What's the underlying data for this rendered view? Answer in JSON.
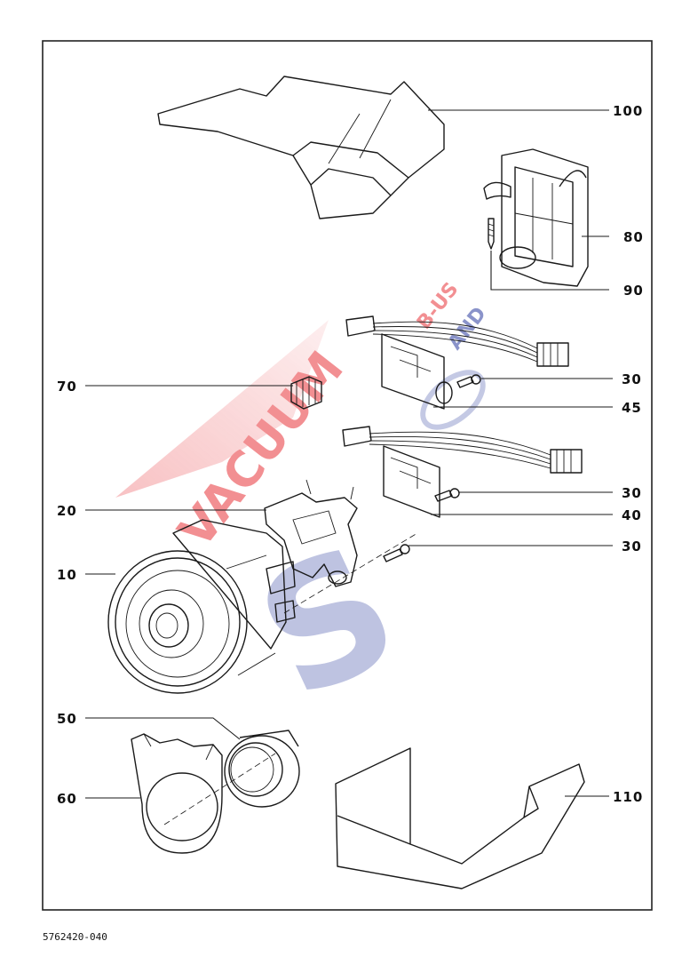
{
  "drawing_ref": "5762420-040",
  "watermark": {
    "line1": "VACUUM",
    "line2": "B-US",
    "line3": "AND",
    "logo_text": "S",
    "red": "#e8343a",
    "blue": "#2a3b9e"
  },
  "callouts": {
    "c100": "100",
    "c80": "80",
    "c90": "90",
    "c70": "70",
    "c30a": "30",
    "c45": "45",
    "c20": "20",
    "c30b": "30",
    "c40": "40",
    "c30c": "30",
    "c10": "10",
    "c50": "50",
    "c60": "60",
    "c110": "110"
  },
  "colors": {
    "line": "#1a1a1a",
    "frame": "#222222",
    "background": "#ffffff"
  }
}
